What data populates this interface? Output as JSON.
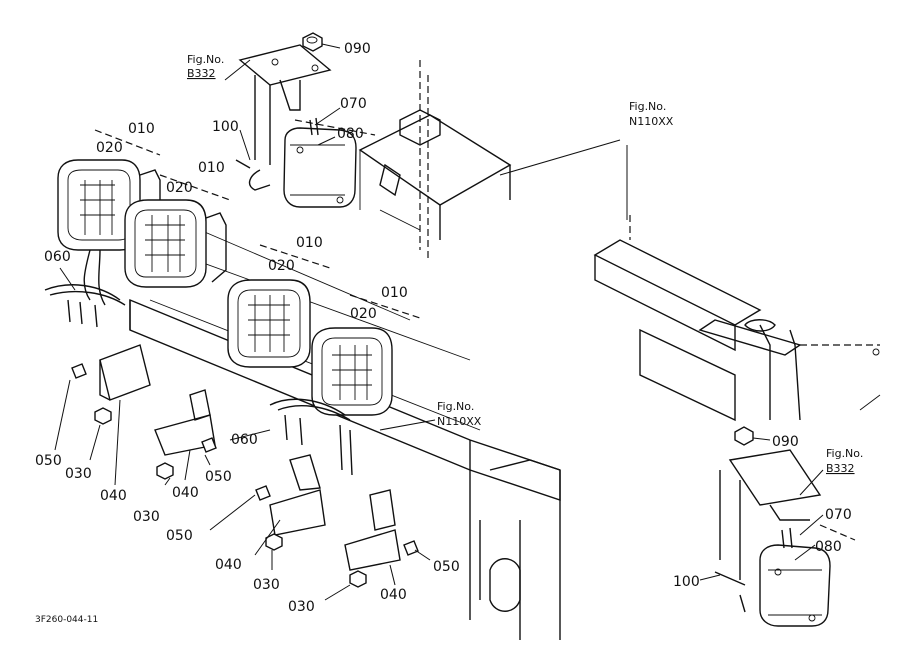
{
  "diagram": {
    "footer_code": "3F260-044-11",
    "fig_refs": [
      {
        "line1": "Fig.No.",
        "line2": "B332"
      },
      {
        "line1": "Fig.No.",
        "line2": "N110XX"
      },
      {
        "line1": "Fig.No.",
        "line2": "N110XX"
      },
      {
        "line1": "Fig.No.",
        "line2": "B332"
      }
    ],
    "part_labels": {
      "p010": "010",
      "p020": "020",
      "p030": "030",
      "p040": "040",
      "p050": "050",
      "p060": "060",
      "p070": "070",
      "p080": "080",
      "p090": "090",
      "p100": "100"
    }
  }
}
